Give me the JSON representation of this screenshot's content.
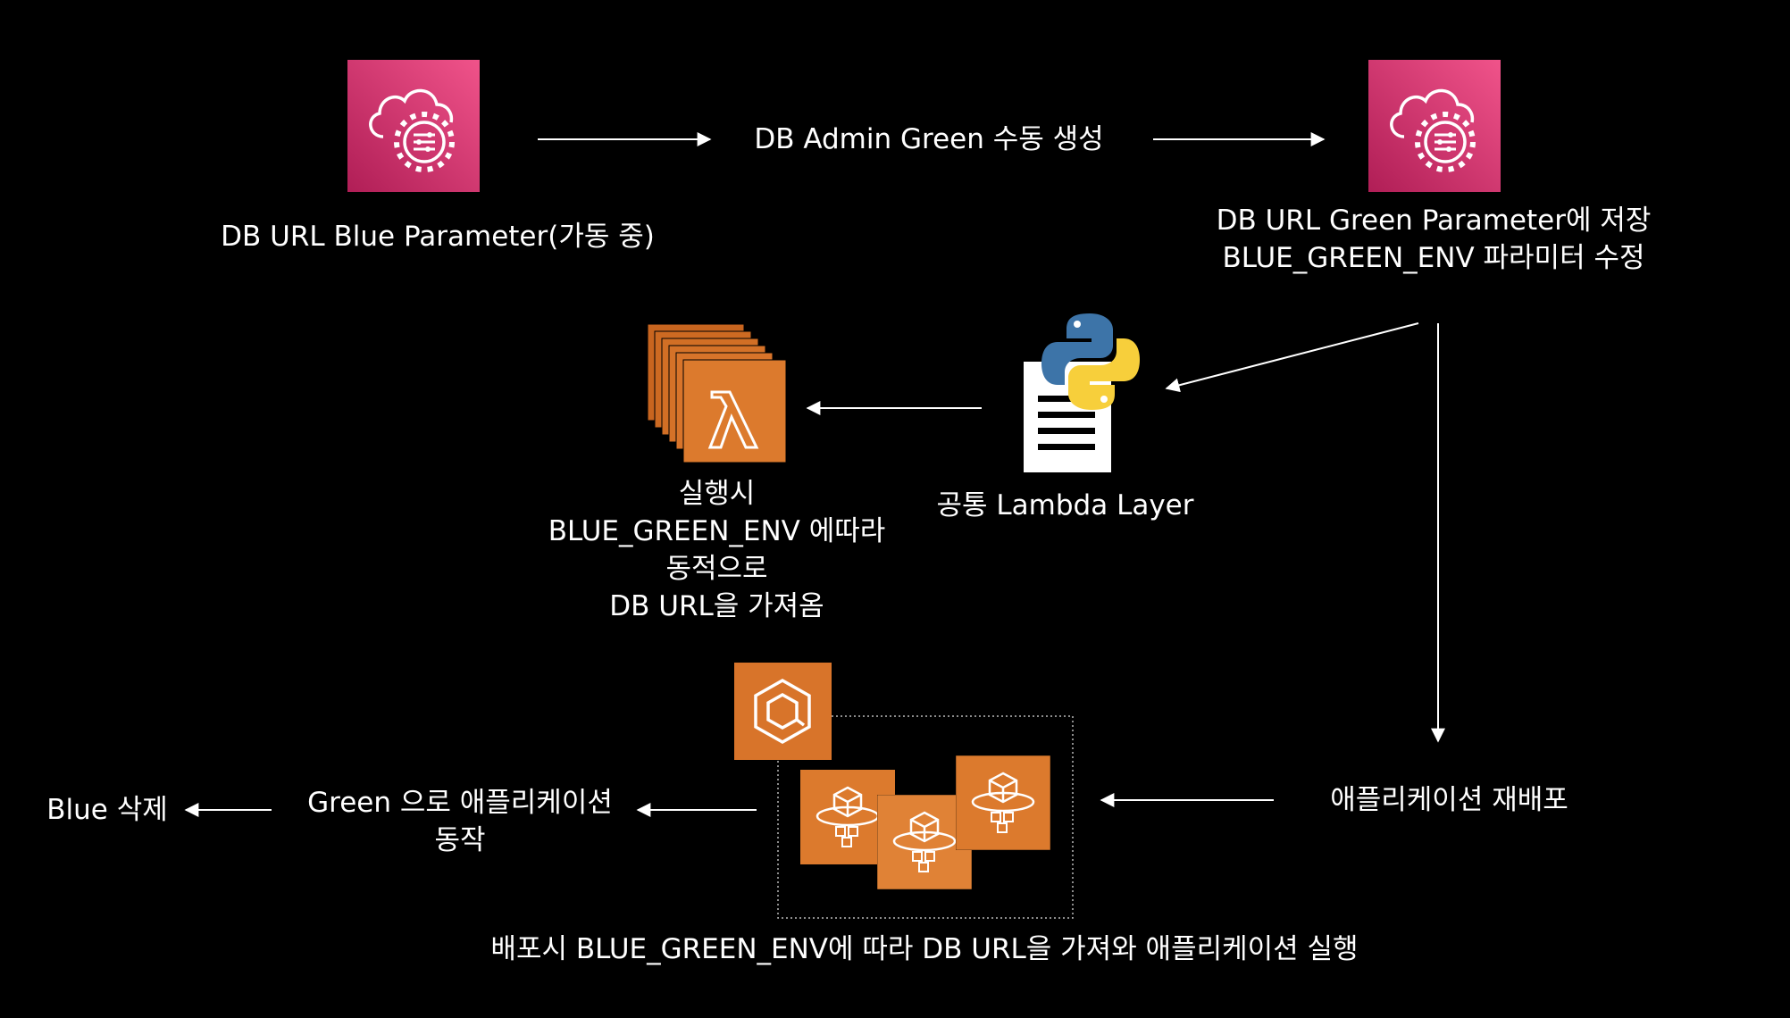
{
  "labels": {
    "blue_param": "DB URL Blue Parameter(가동 중)",
    "admin_green": "DB Admin Green 수동 생성",
    "green_param_1": "DB URL Green Parameter에 저장",
    "green_param_2": "BLUE_GREEN_ENV 파라미터 수정",
    "lambda_1": "실행시",
    "lambda_2": "BLUE_GREEN_ENV 에따라",
    "lambda_3": "동적으로",
    "lambda_4": "DB URL을 가져옴",
    "layer": "공통 Lambda Layer",
    "redeploy": "애플리케이션 재배포",
    "green_run_1": "Green 으로 애플리케이션",
    "green_run_2": "동작",
    "blue_delete": "Blue 삭제",
    "deploy_note": "배포시 BLUE_GREEN_ENV에 따라 DB URL을 가져와 애플리케이션 실행"
  },
  "icons": {
    "blue_param": "parameter-store-icon",
    "green_param": "parameter-store-icon",
    "lambda": "lambda-icon",
    "layer": "python-document-icon",
    "ecs": "ecs-icon",
    "task": "ecs-task-icon"
  },
  "colors": {
    "background": "#000000",
    "parameter_store": "#d6336c",
    "lambda": "#d8742a",
    "ecs": "#d8742a",
    "line": "#ffffff"
  }
}
